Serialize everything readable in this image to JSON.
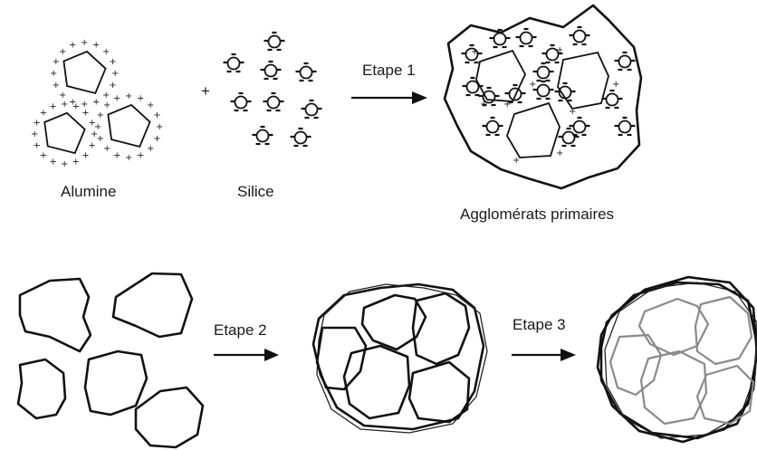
{
  "labels": {
    "alumine": "Alumine",
    "silice": "Silice",
    "etape1": "Etape 1",
    "etape2": "Etape 2",
    "etape3": "Etape 3",
    "agglomerats": "Agglomérats primaires",
    "plus_sign": "+"
  },
  "colors": {
    "ink": "#111111",
    "grey_outline": "#8a8a8a",
    "background": "#ffffff"
  }
}
